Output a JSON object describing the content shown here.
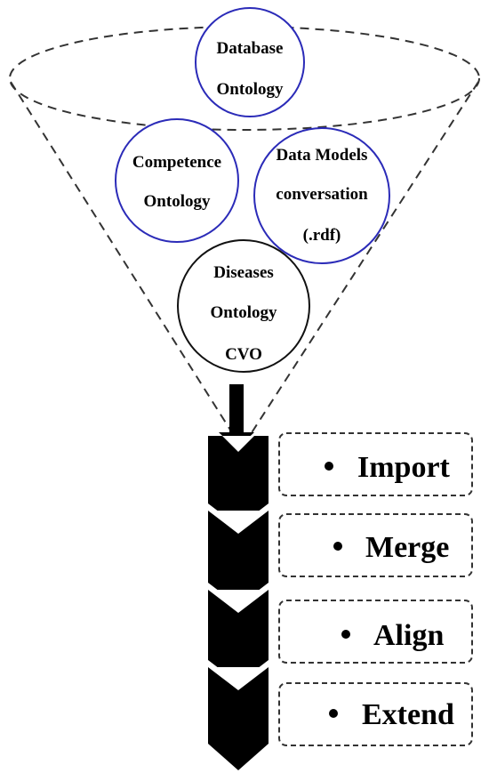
{
  "funnel": {
    "circles": [
      {
        "id": "database",
        "lines": [
          "Database",
          "Ontology"
        ],
        "stroke": "#2b2bb8"
      },
      {
        "id": "competence",
        "lines": [
          "Competence",
          "Ontology"
        ],
        "stroke": "#2b2bb8"
      },
      {
        "id": "data-models",
        "lines": [
          "Data Models",
          "conversation",
          "(.rdf)"
        ],
        "stroke": "#2b2bb8"
      },
      {
        "id": "diseases",
        "lines": [
          "Diseases",
          "Ontology",
          "CVO"
        ],
        "stroke": "#111111"
      }
    ]
  },
  "steps": [
    {
      "label": "Import"
    },
    {
      "label": "Merge"
    },
    {
      "label": "Align"
    },
    {
      "label": "Extend"
    }
  ],
  "colors": {
    "chevron": "#000000",
    "arrow": "#000000",
    "funnel_outline": "#333333",
    "box_outline": "#333333"
  }
}
